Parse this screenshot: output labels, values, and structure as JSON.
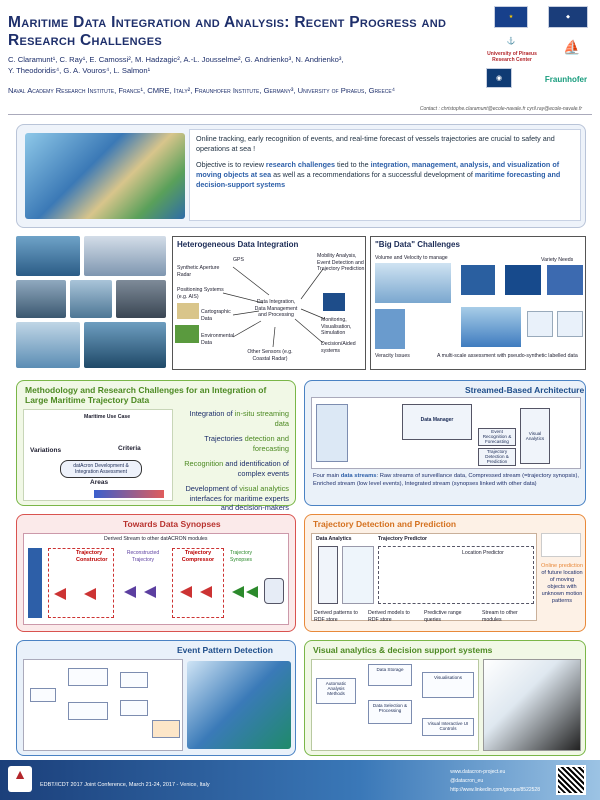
{
  "header": {
    "title": "Maritime Data Integration and Analysis: Recent Progress and Research Challenges",
    "authors_line1": "C. Claramunt¹, C. Ray¹, E. Camossi², M. Hadzagic², A.-L. Jousselme², G. Andrienko³, N. Andrienko³,",
    "authors_line2": "Y. Theodoridis⁴, G. A. Vouros⁴, L. Salmon¹",
    "institutions": "Naval Academy Research Institute, France¹, CMRE, Italy², Fraunhofer Institute, Germany³, University of Piraeus, Greece⁴",
    "contact": "Contact : christophe.claramunt@ecole-navale.fr cyril.ray@ecole-navale.fr",
    "logos": [
      "University of Piraeus Research Center",
      "Fraunhofer"
    ]
  },
  "intro": {
    "p1": "Online tracking, early recognition of events, and real-time forecast of vessels trajectories are crucial to safety and operations at sea !",
    "p2_pre": "Objective is to review ",
    "p2_h1": "research challenges",
    "p2_mid1": " tied to the ",
    "p2_h2": "integration, management, analysis, and visualization of moving objects at sea",
    "p2_mid2": " as well as a recommendations for a successful development of ",
    "p2_h3": "maritime forecasting and decision-support systems"
  },
  "hetero": {
    "title": "Heterogeneous Data Integration",
    "gps": "GPS",
    "sar": "Synthetic Aperture Radar",
    "pos": "Positioning Systems (e.g. AIS)",
    "carto": "Cartographic Data",
    "env": "Environmental Data",
    "other": "Other Sensors (e.g. Coastal Radar)",
    "center": "Data Integration, Data Management and Processing",
    "mob": "Mobility Analysis, Event Detection and Trajectory Prediction",
    "mon": "Monitoring, Visualisation, Simulation",
    "dec": "Decision/Aided systems"
  },
  "bigdata": {
    "title": "\"Big Data\" Challenges",
    "vv": "Volume and Velocity to manage",
    "variety": "Variety Needs",
    "veracity": "Veracity Issues",
    "multiscale": "A multi-scale assessment with pseudo-synthetic labelled data"
  },
  "method": {
    "title": "Methodology and Research Challenges for an Integration of Large Maritime Trajectory Data",
    "items": [
      {
        "pre": "Integration of ",
        "hl": "in-situ streaming data",
        "post": ""
      },
      {
        "pre": "Trajectories ",
        "hl": "detection and forecasting",
        "post": ""
      },
      {
        "pre": "",
        "hl": "Recognition",
        "post": " and identification of complex events"
      },
      {
        "pre": "Development of ",
        "hl": "visual analytics",
        "post": " interfaces for maritime experts and decision-makers"
      }
    ],
    "diagram_labels": [
      "Maritime Use Case",
      "Variations",
      "Criteria",
      "datAcron Development & Integration Assessment",
      "Areas"
    ]
  },
  "stream": {
    "title": "Streamed-Based Architecture",
    "caption_pre": "Four main ",
    "caption_hl": "data streams",
    "caption_post": ": Raw streams of surveillance data, Compressed stream (=trajectory synopsis), Enriched stream (low level events), Integrated stream (synopses linked with other data)",
    "blocks": [
      "Data Manager",
      "Event Recognition & Forecasting",
      "Trajectory Detection & Prediction",
      "Visual Analytics"
    ]
  },
  "synopses": {
    "title": "Towards Data Synopses",
    "derived": "Derived Stream to other datACRON modules",
    "blocks": [
      "Trajectory Constructor",
      "Reconstructed Trajectory",
      "Trajectory Compressor",
      "Trajectory Synopses"
    ]
  },
  "trajdet": {
    "title": "Trajectory Detection and Prediction",
    "blocks": [
      "Data Analytics",
      "Trajectory Predictor",
      "Location Predictor"
    ],
    "feeds": [
      "Derived patterns to RDF store",
      "Derived models to RDF store",
      "Predictive range queries",
      "Stream to other modules"
    ],
    "online_pre": "Online ",
    "online_hl": "prediction",
    "online_post": " of future location of moving objects with unknown motion patterns"
  },
  "event": {
    "title": "Event Pattern Detection"
  },
  "visual": {
    "title": "Visual analytics & decision support systems",
    "blocks": [
      "Automatic Analysis Methods",
      "Data Storage",
      "Visualisations",
      "Data Selection & Processing",
      "Visual Interactive UI Controls"
    ]
  },
  "footer": {
    "conf": "EDBT/ICDT 2017 Joint Conference, March 21-24, 2017 - Venice, Italy",
    "links": [
      "www.datacron-project.eu",
      "@datacron_eu",
      "http://www.linkedin.com/groups/8522528"
    ]
  },
  "colors": {
    "green": "#7ab648",
    "red": "#d9534f",
    "orange": "#e8893a",
    "blue": "#4a82c3",
    "lightgreen": "#f1f8e6"
  }
}
